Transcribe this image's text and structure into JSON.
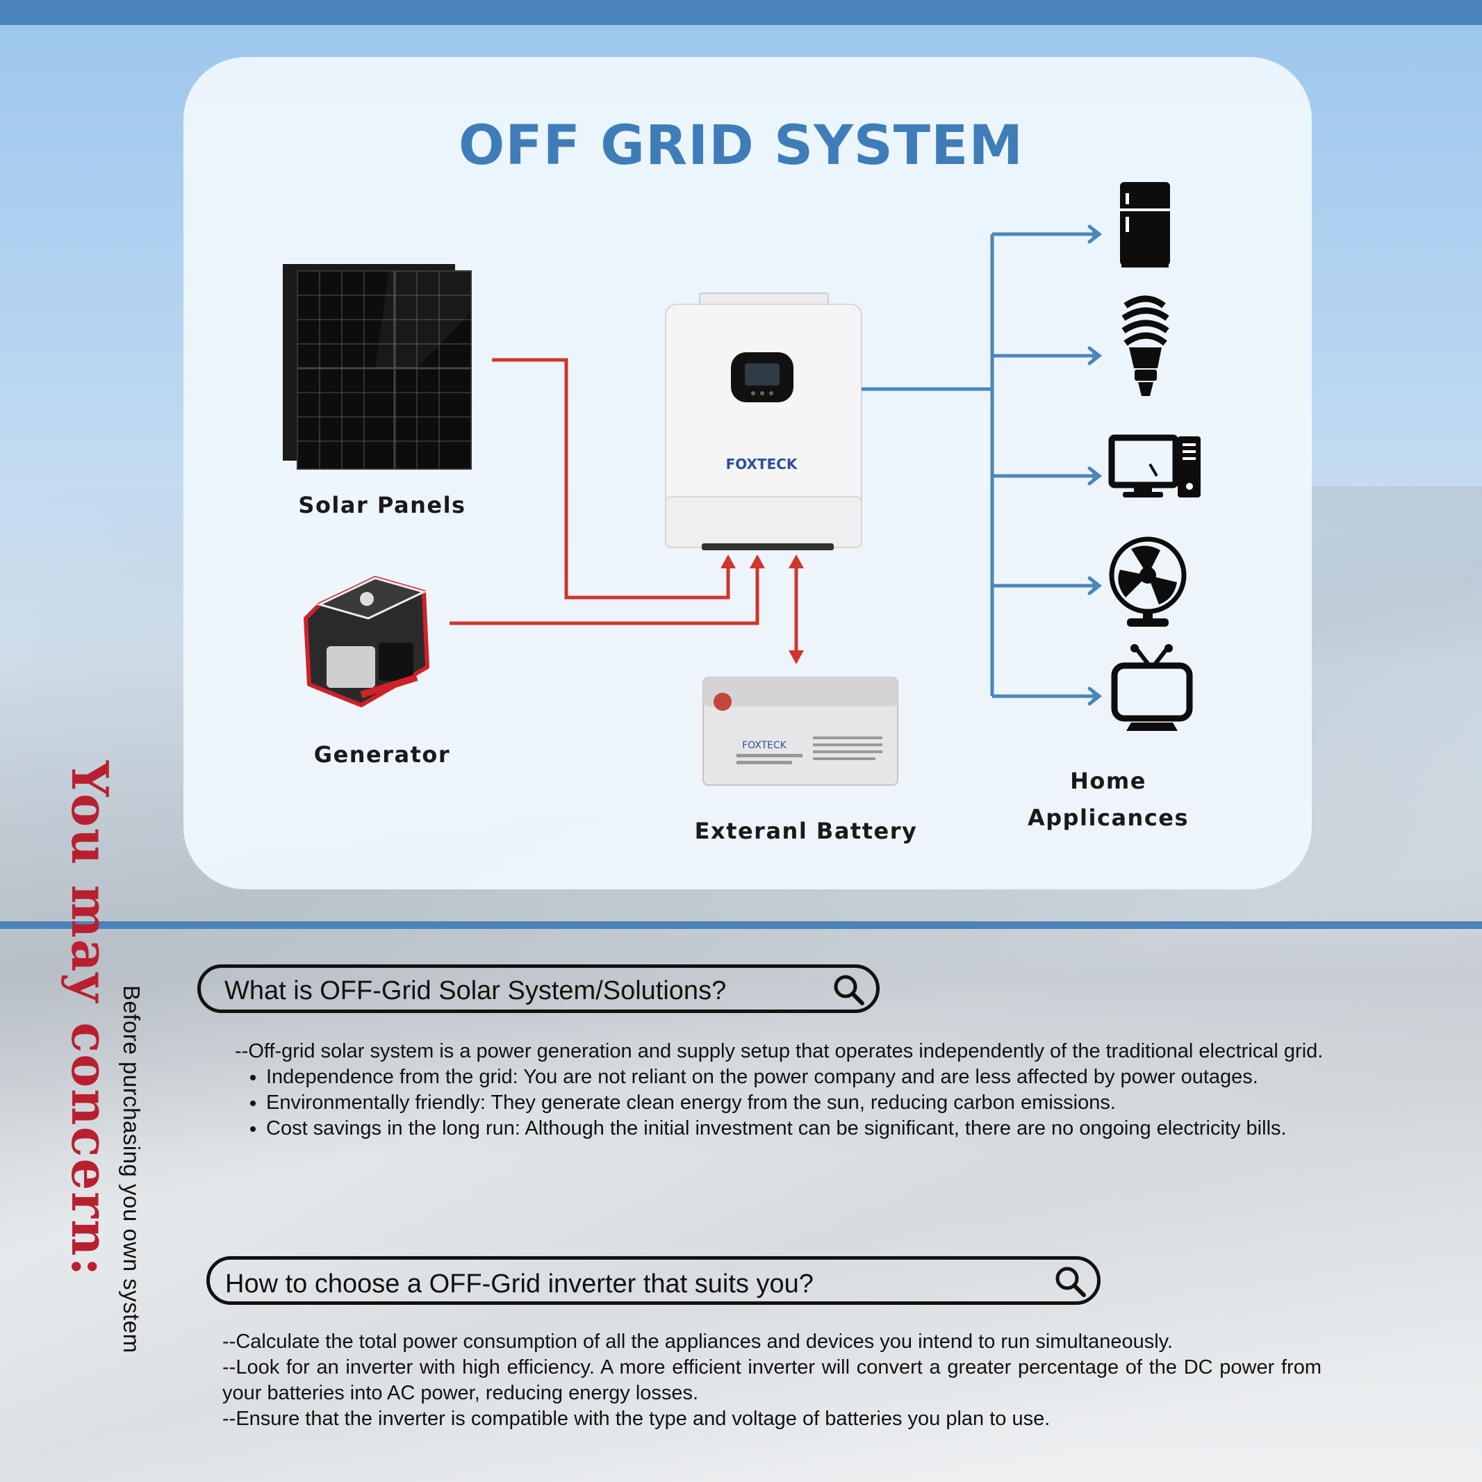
{
  "diagram": {
    "title": "OFF GRID SYSTEM",
    "solar_label": "Solar Panels",
    "generator_label": "Generator",
    "battery_label": "Exteranl Battery",
    "home_label_line1": "Home",
    "home_label_line2": "Applicances",
    "inverter_brand": "FOXTECK",
    "battery_brand": "FOXTECK",
    "colors": {
      "ac_line": "#4a86bd",
      "dc_line": "#d0342c",
      "title": "#3f7db8",
      "accent_red": "#b82030"
    },
    "icons": [
      "solar-panel-icon",
      "generator-icon",
      "inverter-icon",
      "battery-icon",
      "fridge-icon",
      "bulb-icon",
      "computer-icon",
      "fan-icon",
      "tv-icon"
    ]
  },
  "sidebar": {
    "headline": "You may concern:",
    "subline": "Before purchasing you own system"
  },
  "faq": {
    "q1": {
      "question": "What is OFF-Grid Solar System/Solutions?",
      "intro": "--Off-grid solar system is a power generation and supply setup that operates independently of the traditional electrical grid.",
      "bullets": [
        "Independence from the grid: You are not reliant on the power company and are less affected by power outages.",
        "Environmentally friendly: They generate clean energy from the sun, reducing carbon emissions.",
        "Cost savings in the long run: Although the initial investment can be significant, there are no ongoing electricity bills."
      ]
    },
    "q2": {
      "question": "How to choose a OFF-Grid inverter that suits you?",
      "lines": [
        "--Calculate the total power consumption of all the appliances and devices you intend to run simultaneously.",
        "--Look for an inverter with high efficiency. A more efficient inverter will convert a greater percentage of the DC power from your batteries into AC power, reducing energy losses.",
        "--Ensure that the inverter is compatible with the type and voltage of batteries you plan to use."
      ]
    }
  }
}
